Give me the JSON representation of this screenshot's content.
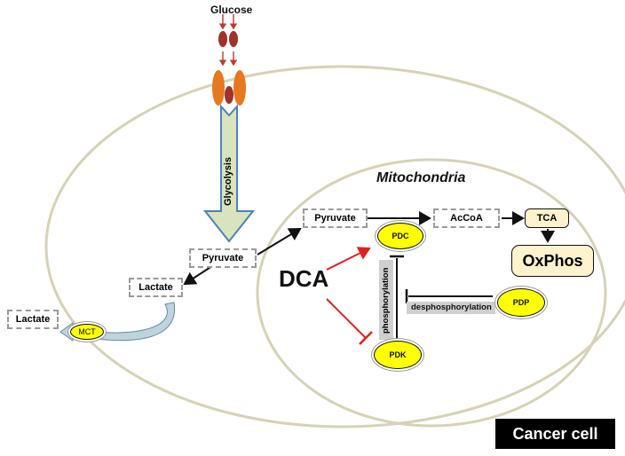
{
  "labels": {
    "glucose": "Glucose",
    "glycolysis": "Glycolysis",
    "mitochondria": "Mitochondria",
    "pyruvate_cyto": "Pyruvate",
    "pyruvate_mito": "Pyruvate",
    "lactate_inner": "Lactate",
    "lactate_outer": "Lactate",
    "mct": "MCT",
    "acetyl_coa": "AcCoA",
    "tca": "TCA",
    "oxphos": "OxPhos",
    "pdc": "PDC",
    "pdk": "PDK",
    "pdp": "PDP",
    "dca": "DCA",
    "phosphorylation": "phosphorylation",
    "desphosphorylation": "desphosphorylation",
    "cancer_cell": "Cancer cell"
  },
  "colors": {
    "membrane": "#d6d2b6",
    "glycolysis_fill": "#d7e4bd",
    "glycolysis_stroke": "#4f81bd",
    "transporter_red": "#a0312b",
    "transporter_orange": "#e8781f",
    "activation_arrow": "#e02020",
    "enzyme_fill": "#ffff00",
    "tca_fill": "#fff2cc"
  }
}
